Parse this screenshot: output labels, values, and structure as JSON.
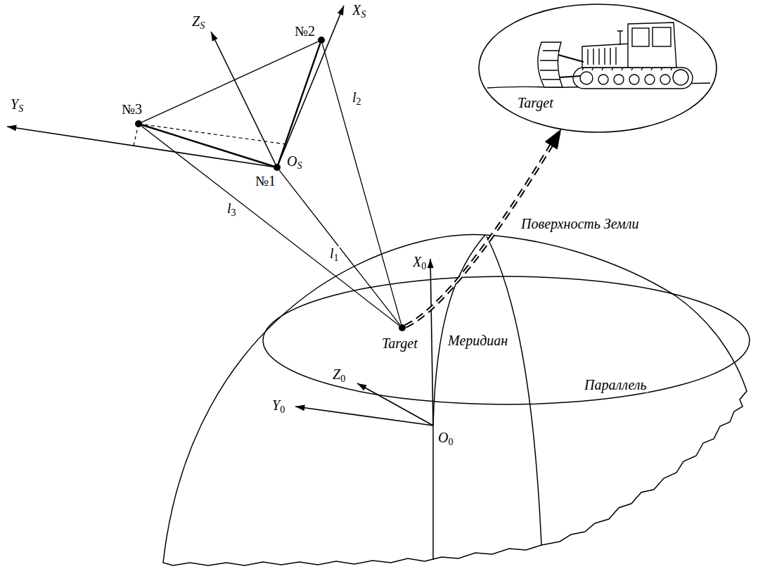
{
  "diagram": {
    "nodes": [
      {
        "text": [
          "№2"
        ]
      },
      {
        "text": [
          "№3"
        ]
      },
      {
        "text": [
          "OS",
          "№1"
        ]
      },
      {
        "text": [
          "Target"
        ]
      },
      {
        "text": [
          "Target"
        ]
      }
    ],
    "edges": [
      {
        "from": 2,
        "to": 0,
        "arrow": "none"
      },
      {
        "from": 0,
        "to": 1,
        "arrow": "none"
      },
      {
        "from": 1,
        "to": 2,
        "arrow": "none"
      },
      {
        "from": 2,
        "to": 4,
        "label": "l1",
        "arrow": "none"
      },
      {
        "from": 0,
        "to": 4,
        "label": "l2",
        "arrow": "none"
      },
      {
        "from": 1,
        "to": 4,
        "label": "l3",
        "arrow": "none"
      },
      {
        "from": 4,
        "to": 3,
        "arrow": "to"
      }
    ],
    "labels": [
      "XS",
      "ZS",
      "YS",
      "X0",
      "Z0",
      "Y0",
      "O0",
      "Поверхность Земли",
      "Меридиан",
      "Параллель"
    ]
  }
}
